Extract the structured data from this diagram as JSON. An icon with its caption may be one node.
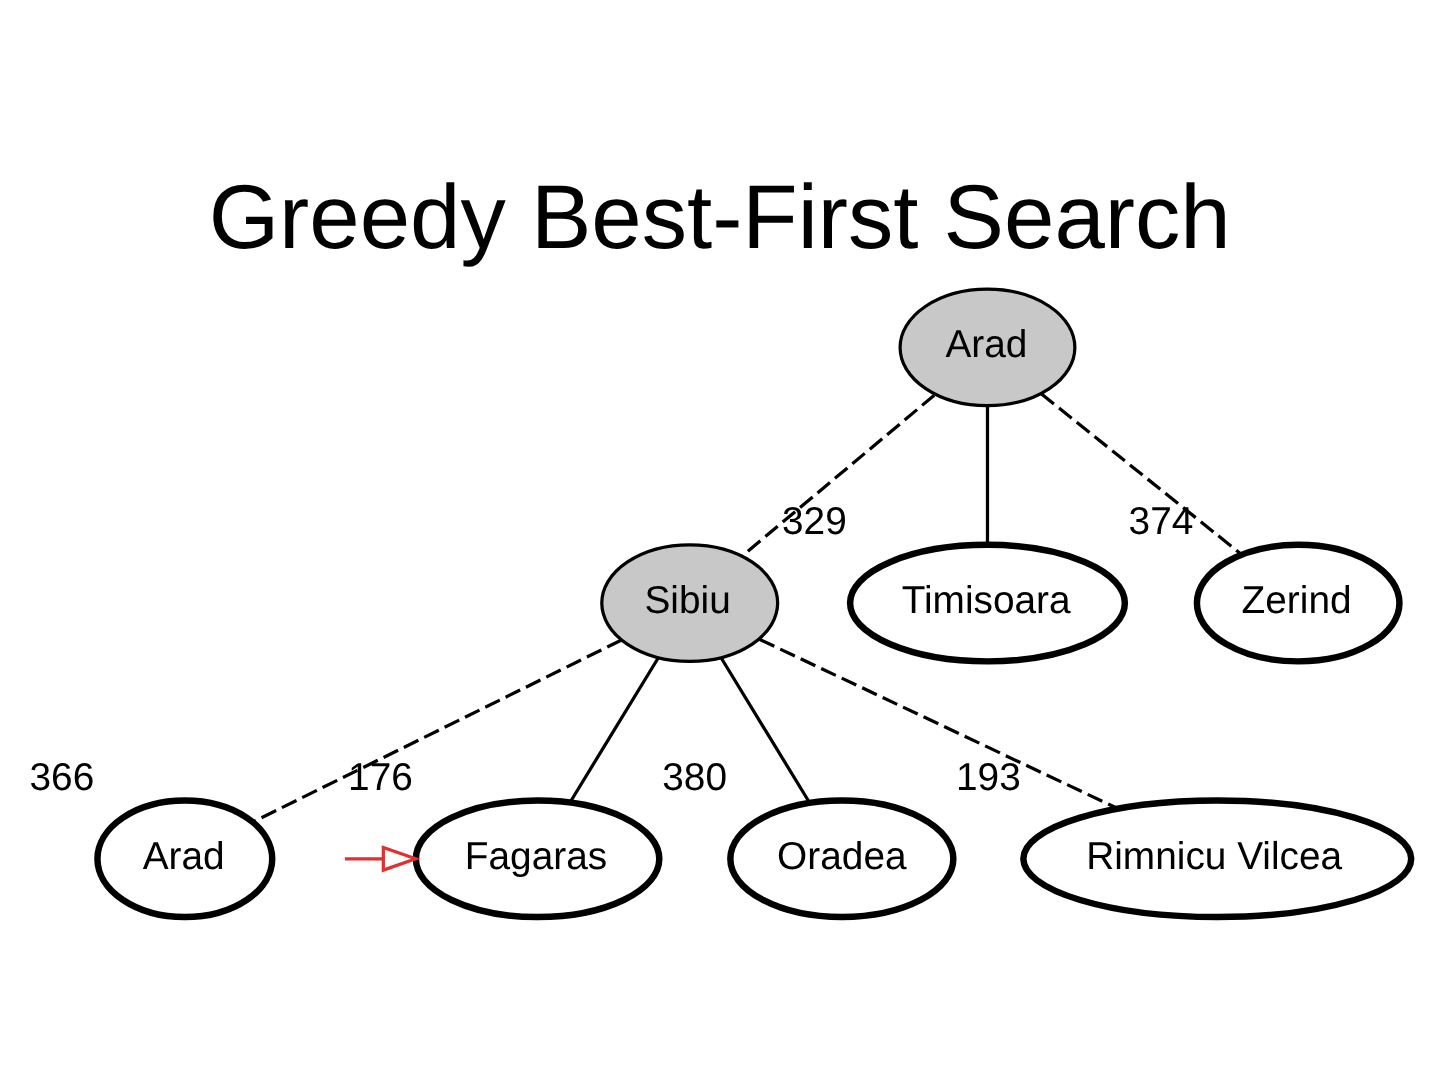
{
  "diagram": {
    "title": "Greedy Best-First Search",
    "nodes": [
      {
        "text": [
          "Arad"
        ]
      },
      {
        "text": [
          "Sibiu"
        ]
      },
      {
        "text": [
          "Timisoara"
        ],
        "beside": [
          "329"
        ]
      },
      {
        "text": [
          "Zerind"
        ],
        "beside": [
          "374"
        ]
      },
      {
        "text": [
          "Arad"
        ],
        "beside": [
          "366"
        ]
      },
      {
        "text": [
          "Fagaras"
        ],
        "beside": [
          "176"
        ]
      },
      {
        "text": [
          "Oradea"
        ],
        "beside": [
          "380"
        ]
      },
      {
        "text": [
          "Rimnicu Vilcea"
        ],
        "beside": [
          "193"
        ]
      }
    ],
    "edges": [
      {
        "from": 0,
        "to": 1,
        "arrow": "none",
        "style": "dashed"
      },
      {
        "from": 0,
        "to": 2,
        "arrow": "none"
      },
      {
        "from": 0,
        "to": 3,
        "arrow": "none",
        "style": "dashed"
      },
      {
        "from": 1,
        "to": 4,
        "arrow": "none",
        "style": "dashed"
      },
      {
        "from": 1,
        "to": 5,
        "arrow": "none"
      },
      {
        "from": 1,
        "to": 6,
        "arrow": "none"
      },
      {
        "from": 1,
        "to": 7,
        "arrow": "none",
        "style": "dashed"
      },
      {
        "from": null,
        "to": 5,
        "arrow": "to",
        "color": "#e03030"
      }
    ]
  }
}
